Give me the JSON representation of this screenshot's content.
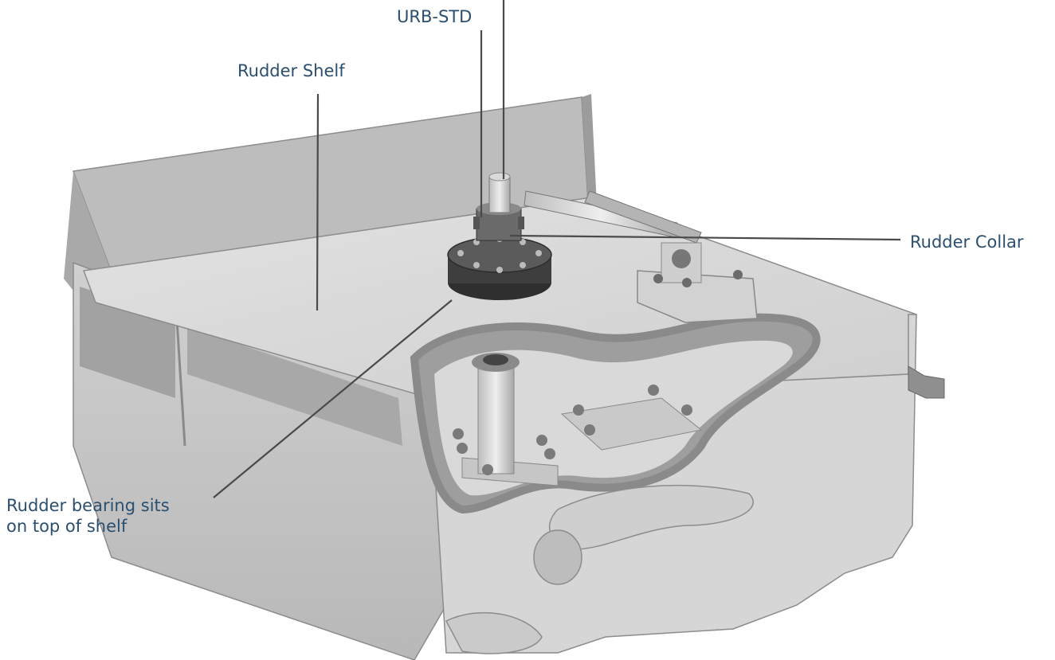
{
  "labels": {
    "urb_std": "URB-STD",
    "rudder_shelf": "Rudder Shelf",
    "rudder_collar": "Rudder Collar",
    "bearing_line1": "Rudder bearing sits",
    "bearing_line2": "on top of shelf"
  },
  "colors": {
    "label_text": "#2b4f6e",
    "leader_line": "#4a4a4a",
    "hull_light": "#dcdcdc",
    "hull_mid": "#c4c4c4",
    "hull_dark": "#9a9a9a",
    "hardware_dark": "#444444"
  }
}
